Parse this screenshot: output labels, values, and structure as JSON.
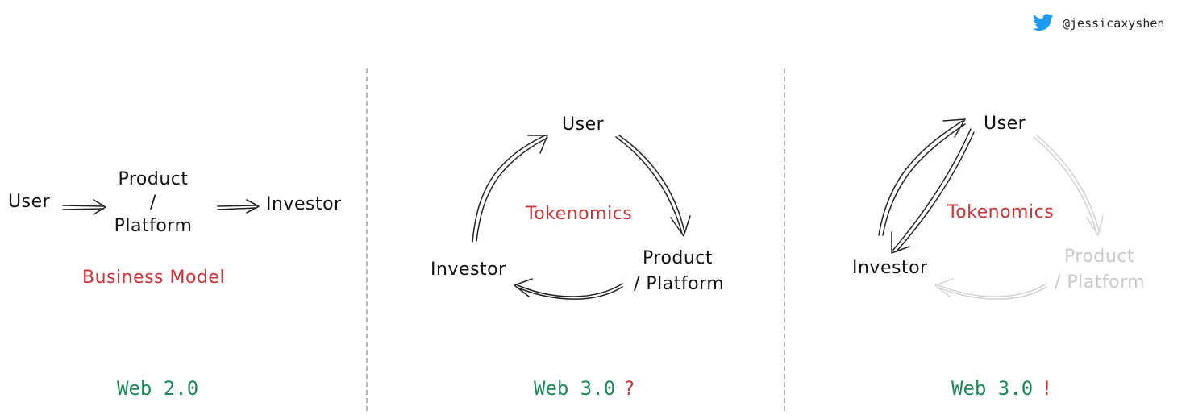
{
  "header": {
    "twitter_handle": "@jessicaxyshen",
    "twitter_icon_color": "#1d9bf0"
  },
  "colors": {
    "accent_red": "#c8363a",
    "footer_green": "#1e8a5a",
    "faded_gray": "#c9c9c9"
  },
  "panels": [
    {
      "user_label": "User",
      "product_label": "Product",
      "slash_label": "/",
      "platform_label": "Platform",
      "investor_label": "Investor",
      "center_label": "Business Model",
      "footer_label": "Web 2.0",
      "footer_mark": ""
    },
    {
      "user_label": "User",
      "product_label": "Product",
      "platform_label": "/ Platform",
      "investor_label": "Investor",
      "center_label": "Tokenomics",
      "footer_label": "Web 3.0",
      "footer_mark": "?"
    },
    {
      "user_label": "User",
      "product_label": "Product",
      "platform_label": "/ Platform",
      "investor_label": "Investor",
      "center_label": "Tokenomics",
      "footer_label": "Web 3.0",
      "footer_mark": "!"
    }
  ]
}
